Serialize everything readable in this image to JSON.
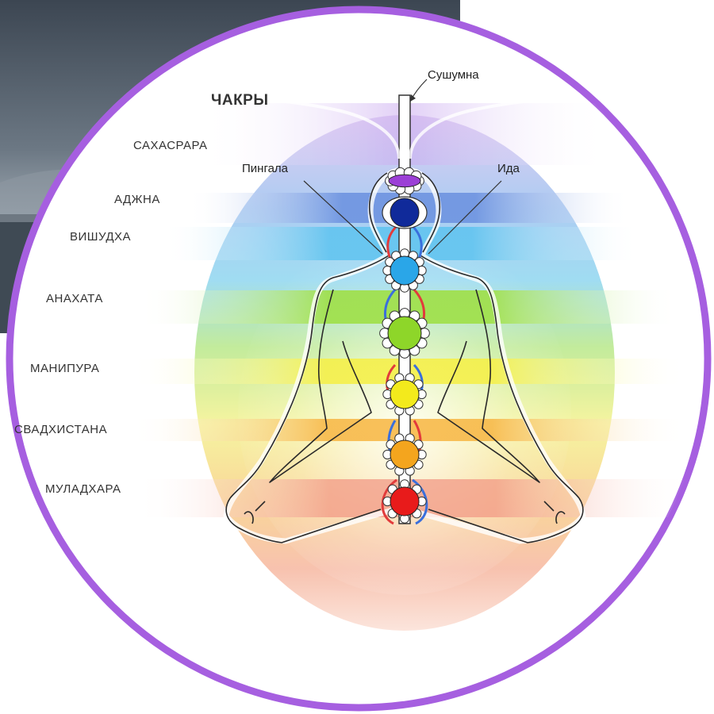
{
  "title": "ЧАКРЫ",
  "channels": {
    "sushumna": "Сушумна",
    "pingala": "Пингала",
    "ida": "Ида"
  },
  "chakras": [
    {
      "name": "САХАСРАРА",
      "color": "#9b3fd6"
    },
    {
      "name": "АДЖНА",
      "color": "#102a9a"
    },
    {
      "name": "ВИШУДХА",
      "color": "#2aa6e8"
    },
    {
      "name": "АНАХАТА",
      "color": "#8ed629"
    },
    {
      "name": "МАНИПУРА",
      "color": "#f3ea1c"
    },
    {
      "name": "СВАДХИСТАНА",
      "color": "#f4a51e"
    },
    {
      "name": "МУЛАДХАРА",
      "color": "#e81b1b"
    }
  ],
  "frame_color": "#a65fe0"
}
